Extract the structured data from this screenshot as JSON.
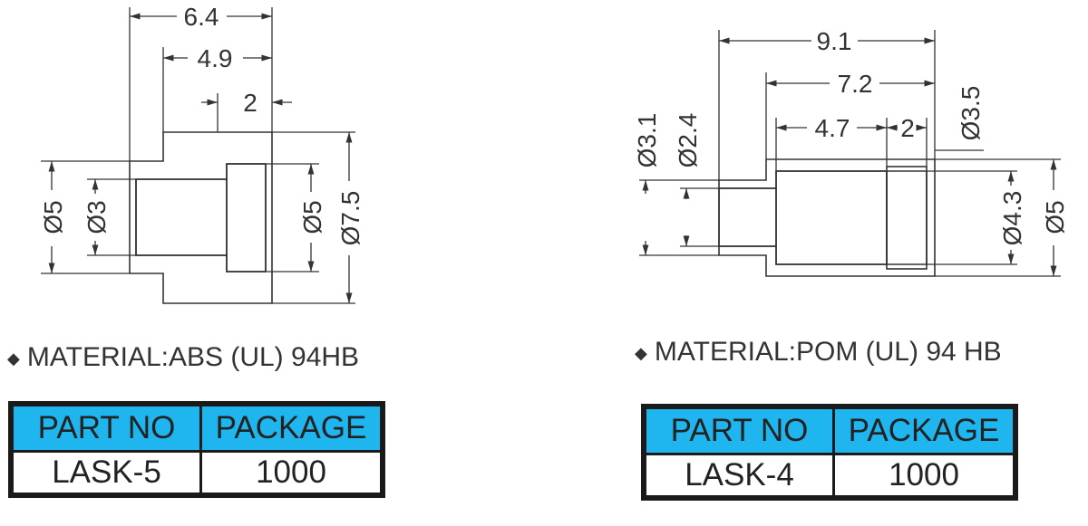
{
  "left_part": {
    "dims": {
      "overall_length": "6.4",
      "flange_length": "4.9",
      "counterbore_depth": "2",
      "outer_small_dia": "Ø5",
      "bore_dia": "Ø3",
      "counterbore_dia": "Ø5",
      "flange_dia": "Ø7.5"
    },
    "material": "MATERIAL:ABS (UL) 94HB",
    "table": {
      "headers": [
        "PART NO",
        "PACKAGE"
      ],
      "row": [
        "LASK-5",
        "1000"
      ]
    }
  },
  "right_part": {
    "dims": {
      "overall_length": "9.1",
      "body_length": "7.2",
      "bore_length": "4.7",
      "counterbore_depth": "2",
      "tip_outer_dia": "Ø3.1",
      "tip_inner_dia": "Ø2.4",
      "top_dia": "Ø3.5",
      "bore_dia": "Ø4.3",
      "outer_dia": "Ø5"
    },
    "material": "MATERIAL:POM (UL) 94 HB",
    "table": {
      "headers": [
        "PART NO",
        "PACKAGE"
      ],
      "row": [
        "LASK-4",
        "1000"
      ]
    }
  },
  "colors": {
    "header_fill": "#1fb5ee",
    "line": "#333333"
  },
  "icons": {
    "bullet": "◆"
  }
}
